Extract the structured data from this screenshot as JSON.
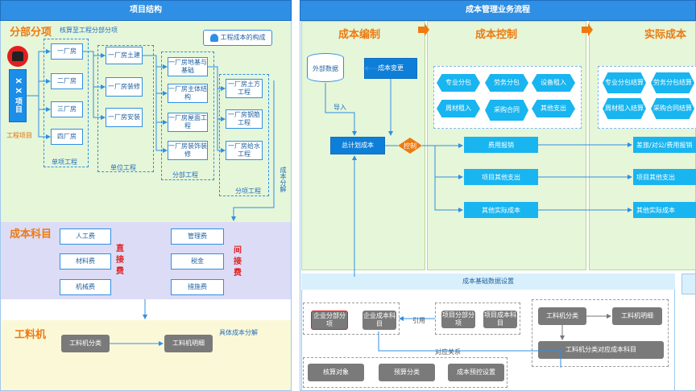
{
  "left": {
    "header": "项目结构",
    "section1_title": "分部分项",
    "section1_subtitle": "核算至工程分部分项",
    "cost_button": "工程成本的构成",
    "project_node": "X X 项目",
    "project_label": "工程项目",
    "units": [
      "一厂房",
      "二厂房",
      "三厂房",
      "四厂房"
    ],
    "unit_group_label": "单项工程",
    "dwgc": [
      "一厂房土建",
      "一厂房装修",
      "一厂房安装"
    ],
    "dwgc_label": "单位工程",
    "fbgc": [
      "一厂房地基与基础",
      "一厂房主体结构",
      "一厂房屋面工程",
      "一厂房装饰装修"
    ],
    "fbgc_label": "分部工程",
    "fxgc": [
      "一厂房土方工程",
      "一厂房钢筋工程",
      "一厂房给水工程"
    ],
    "fxgc_label": "分项工程",
    "cost_split_label": "成本分解",
    "section2_title": "成本科目",
    "direct_items": [
      "人工费",
      "材料费",
      "机械费"
    ],
    "direct_label": "直接费",
    "indirect_items": [
      "管理费",
      "税金",
      "措施费"
    ],
    "indirect_label": "间接费",
    "section3_title": "工料机",
    "glj_category": "工料机分类",
    "glj_detail": "工料机明细",
    "specific_cost": "具体成本分解"
  },
  "right": {
    "header": "成本管理业务流程",
    "col1_title": "成本编制",
    "col2_title": "成本控制",
    "col3_title": "实际成本",
    "external_data": "外部数据",
    "cost_change": "成本变更",
    "import_label": "导入",
    "total_plan_cost": "总计划成本",
    "control_label": "控制",
    "control_hexes": [
      "专业分包",
      "劳务分包",
      "设备租入",
      "周材租入",
      "采购合同",
      "其他支出"
    ],
    "actual_hexes": [
      "专业分包结算",
      "劳务分包结算",
      "周材租入结算",
      "采购合同结算"
    ],
    "control_bars": [
      "费用报销",
      "项目其他支出",
      "其他实际成本"
    ],
    "actual_bars": [
      "差旅/对公/费用报销",
      "项目其他支出",
      "其他实际成本"
    ],
    "base_title": "成本基础数据设置",
    "enterprise_split": "企业分部分项",
    "enterprise_subject": "企业成本科目",
    "project_split": "项目分部分项",
    "project_subject": "项目成本科目",
    "quote_label": "引用",
    "relation_label": "对应关系",
    "accounting_object": "核算对象",
    "budget_category": "预算分类",
    "budget_control": "成本预控设置",
    "glj_category": "工料机分类",
    "glj_detail": "工料机明细",
    "glj_relation": "工料机分类对应成本科目"
  },
  "colors": {
    "header_blue": "#2f8fe4",
    "panel_green": "#e6f6d8",
    "panel_lavender": "#dcdcf6",
    "panel_cream": "#fbf8d8",
    "orange": "#ee7a10",
    "red": "#e02020",
    "cyan_shape": "#18b5f0"
  }
}
